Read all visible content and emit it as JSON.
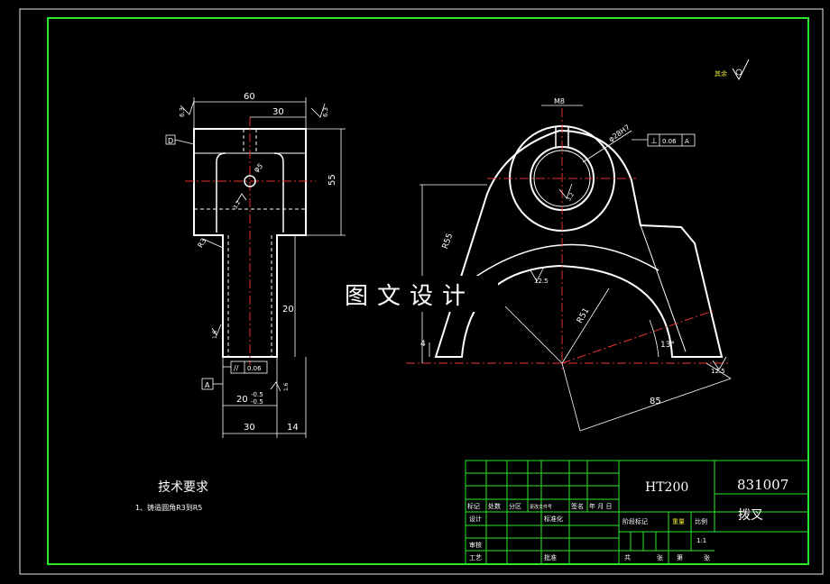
{
  "watermark": "图文设计",
  "tech_requirements": {
    "heading": "技术要求",
    "items": [
      "1、铸造圆角R3到R5"
    ]
  },
  "surface_finish_note": "其余",
  "left_view": {
    "dims": {
      "overall_width": "60",
      "top_offset": "30",
      "height_55": "55",
      "hole_dia": "φ5",
      "stem_len": "20",
      "stem_width": "20",
      "stem_tol_upper": "-0.5",
      "stem_tol_lower": "-0.5",
      "base_30": "30",
      "base_14": "14",
      "fillet": "R3"
    },
    "roughness": [
      "6.3",
      "6.3",
      "3.2",
      "1.6",
      "1.6"
    ],
    "gdt": {
      "symbol": "//",
      "tolerance": "0.06",
      "datum": "A"
    },
    "datum_box": "D"
  },
  "right_view": {
    "dims": {
      "slot": "M8",
      "bore": "φ28H7",
      "radius_55": "R55",
      "radius_51": "R51",
      "angle": "13°",
      "length_85": "85",
      "height_4": "4"
    },
    "roughness": [
      "12.5",
      "12.5",
      "3.2"
    ],
    "gdt": {
      "symbol": "⊥",
      "tolerance": "0.06",
      "datum": "A"
    }
  },
  "title_block": {
    "material": "HT200",
    "drawing_no": "831007",
    "part_name": "拨叉",
    "scale": "1:1",
    "row_headers": [
      "标记",
      "处数",
      "分区",
      "更改文件号",
      "签名",
      "年 月 日"
    ],
    "roles": [
      "设计",
      "审核",
      "工艺"
    ],
    "roles_mid": [
      "标准化",
      "批准"
    ],
    "stage_headers": [
      "阶段标记",
      "重量",
      "比例"
    ],
    "sheet": [
      "共",
      "张",
      "第",
      "张"
    ]
  }
}
